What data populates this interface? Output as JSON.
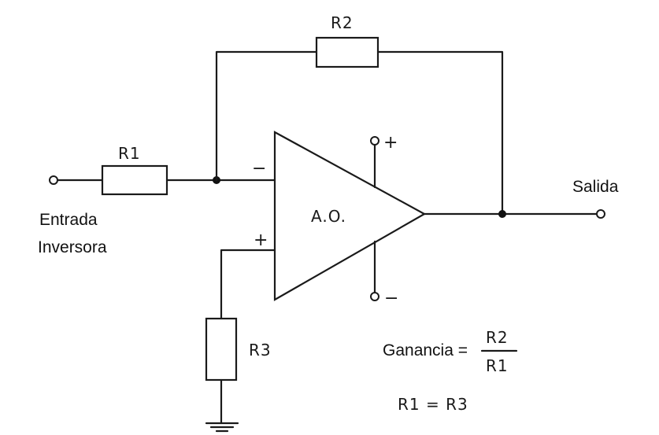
{
  "components": {
    "r1": "R1",
    "r2": "R2",
    "r3": "R3",
    "opamp": "A.O."
  },
  "pins": {
    "inverting": "−",
    "non_inverting": "+",
    "supply_pos": "+",
    "supply_neg": "−"
  },
  "labels": {
    "input_line1": "Entrada",
    "input_line2": "Inversora",
    "output": "Salida"
  },
  "formulas": {
    "gain_label": "Ganancia =",
    "gain_numerator": "R2",
    "gain_denominator": "R1",
    "equality": "R1 = R3"
  }
}
